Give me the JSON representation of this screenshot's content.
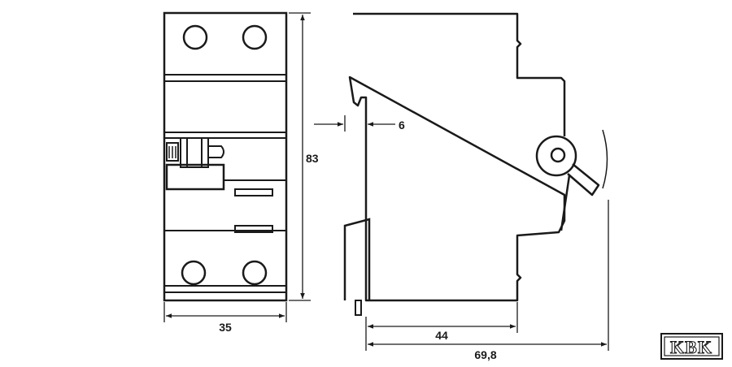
{
  "dimensions": {
    "front_width": "35",
    "front_height": "83",
    "rail_offset": "6",
    "body_depth": "44",
    "overall_depth": "69,8"
  },
  "logo": {
    "text": "KBK"
  },
  "colors": {
    "line": "#1a1a1a",
    "background": "#ffffff"
  }
}
